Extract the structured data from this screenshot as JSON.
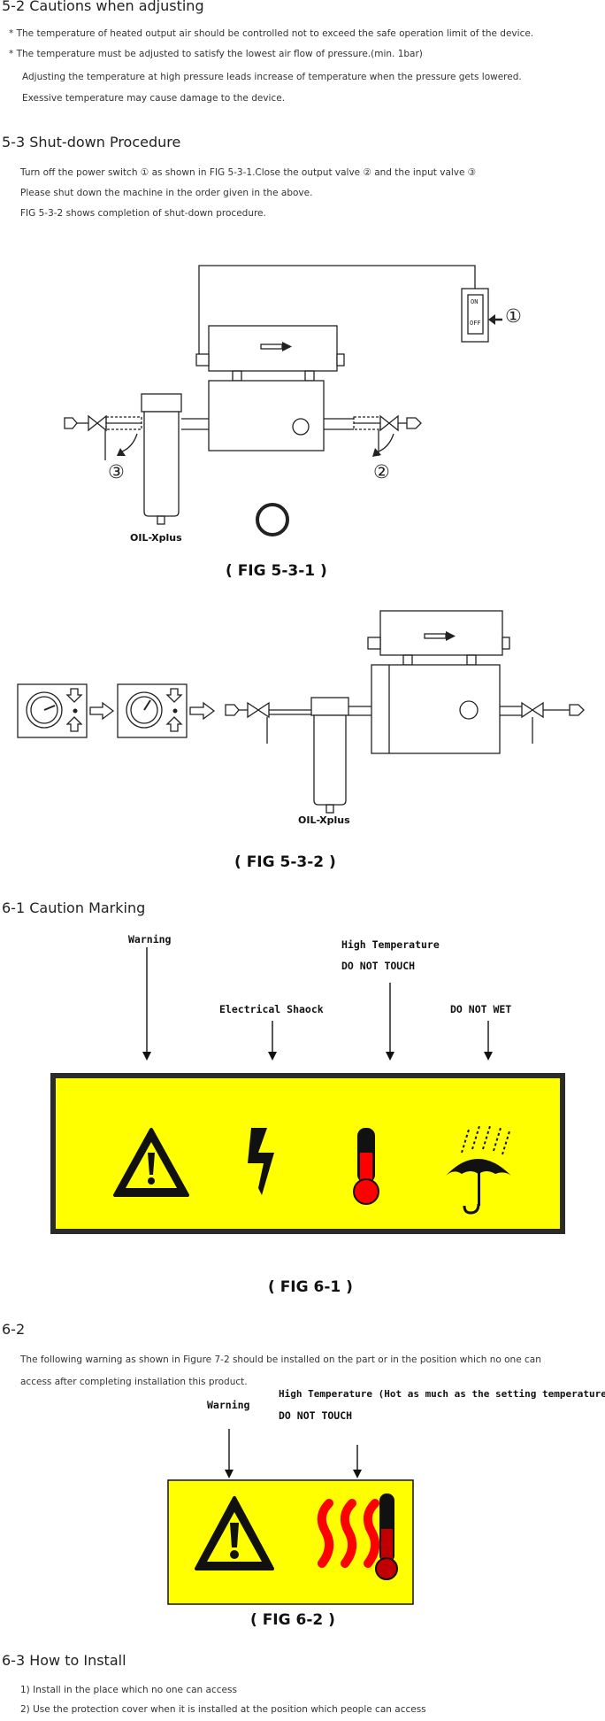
{
  "sec_5_2": {
    "heading": "5-2  Cautions when adjusting",
    "lines": [
      "* The temperature of heated output air should be controlled not to exceed the safe operation limit of the device.",
      "* The temperature must be adjusted to satisfy the lowest air flow of pressure.(min. 1bar)",
      "Adjusting the temperature at high pressure leads increase of temperature when the pressure gets lowered.",
      "Exessive temperature may cause damage to the device."
    ]
  },
  "sec_5_3": {
    "heading": "5-3  Shut-down Procedure",
    "lines": [
      "Turn off the power switch ① as shown in FIG 5-3-1.Close the output valve ② and the input valve ③",
      "Please shut down the machine in the order given in the above.",
      "FIG 5-3-2 shows completion of shut-down procedure."
    ]
  },
  "fig_5_3_1": {
    "caption": "( FIG 5-3-1 )",
    "filter_label": "OIL-Xplus",
    "marker_1": "①",
    "marker_2": "②",
    "marker_3": "③",
    "switch_on": "ON",
    "switch_off": "OFF"
  },
  "fig_5_3_2": {
    "caption": "( FIG 5-3-2 )",
    "filter_label": "OIL-Xplus"
  },
  "sec_6_1": {
    "heading": "6-1  Caution Marking",
    "label_warning": "Warning",
    "label_shock": "Electrical Shaock",
    "label_hightemp_1": "High Temperature",
    "label_hightemp_2": "DO NOT TOUCH",
    "label_wet": "DO NOT WET",
    "caption": "( FIG 6-1 )"
  },
  "sec_6_2": {
    "heading": "6-2",
    "lines": [
      "The following warning as shown in Figure 7-2 should be installed on the part or in the position which no one can",
      "access after completing installation this product."
    ],
    "label_warning": "Warning",
    "label_hightemp_1": "High Temperature (Hot as much as the setting temperature)",
    "label_hightemp_2": "DO NOT TOUCH",
    "caption": "( FIG 6-2 )"
  },
  "sec_6_3": {
    "heading": "6-3  How to Install",
    "lines": [
      "1) Install in the place which no one can access",
      "2) Use the protection cover when it is installed at the position which people can access"
    ]
  },
  "colors": {
    "label_yellow": "#ffff00",
    "red": "#ff0000",
    "dark_red": "#c00000"
  }
}
